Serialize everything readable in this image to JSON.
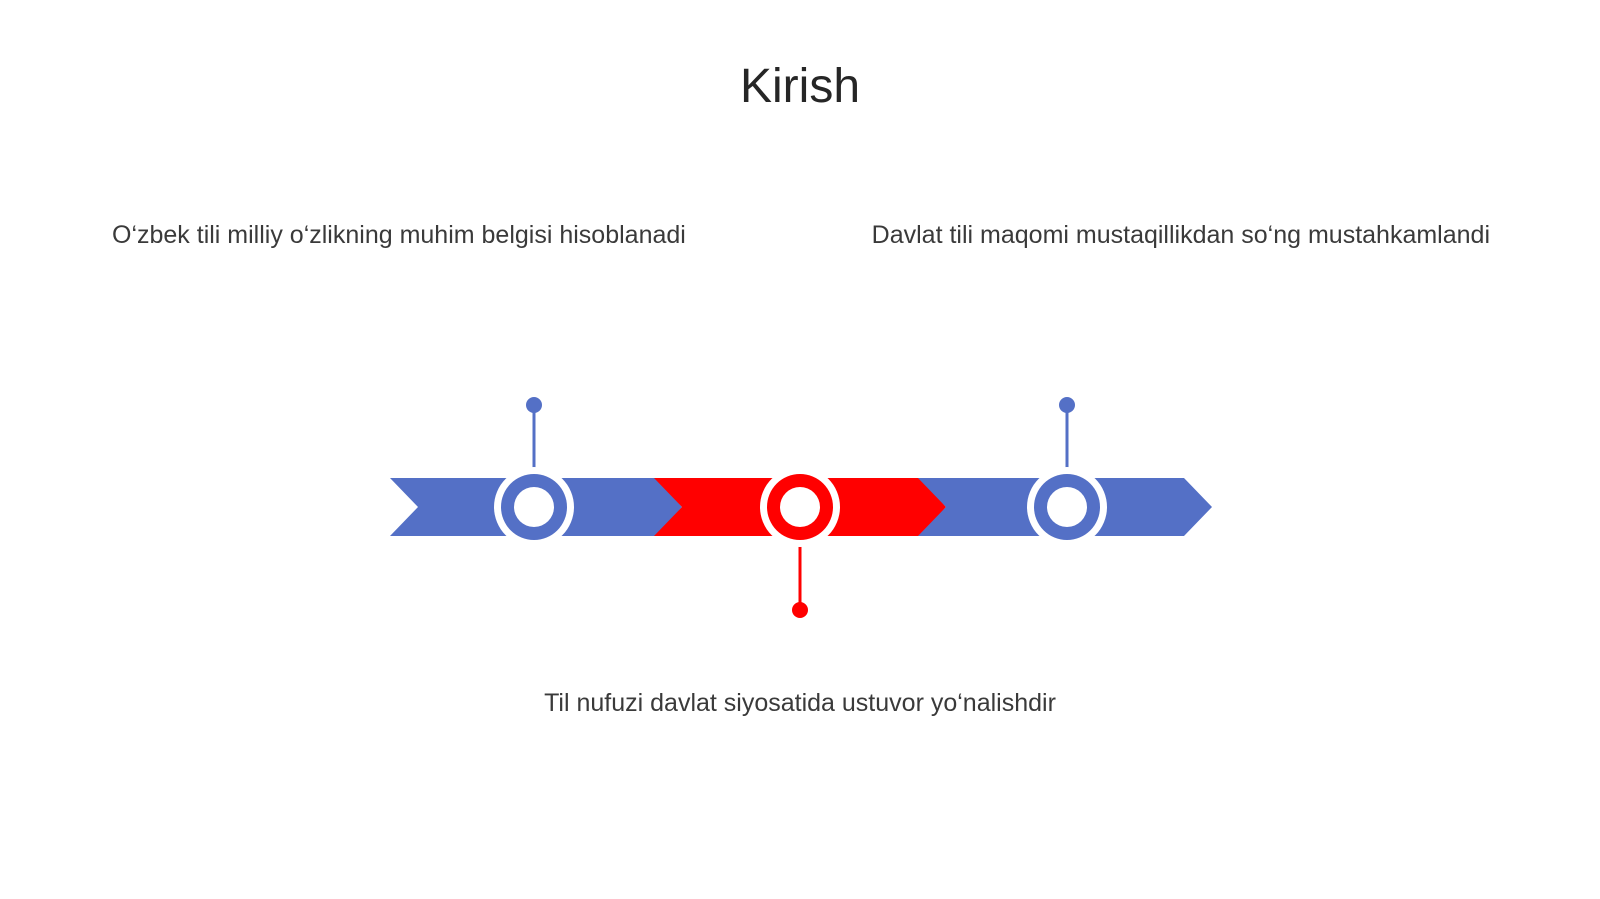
{
  "slide": {
    "title": "Kirish"
  },
  "timeline": {
    "colors": {
      "primary": "#5470C6",
      "accent": "#FF0000",
      "ring_inner": "#FFFFFF"
    },
    "milestones": [
      {
        "label": "O‘zbek tili milliy o‘zlikning muhim belgisi hisoblanadi",
        "color": "#5470C6",
        "pin": "up"
      },
      {
        "label": "Til nufuzi davlat siyosatida ustuvor yo‘nalishdir",
        "color": "#FF0000",
        "pin": "down"
      },
      {
        "label": "Davlat tili maqomi mustaqillikdan so‘ng mustahkamlandi",
        "color": "#5470C6",
        "pin": "up"
      }
    ]
  }
}
